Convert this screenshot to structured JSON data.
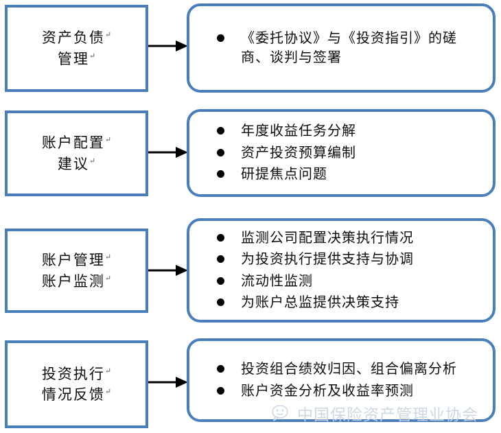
{
  "diagram": {
    "type": "flow-diagram",
    "orientation": "left-to-right",
    "colors": {
      "box_border": "#4A7EBB",
      "box_fill": "#FFFFFF",
      "arrow": "#000000",
      "text": "#0D0D0D",
      "watermark": "#C9D4E4"
    },
    "rows": [
      {
        "stage": {
          "lines": [
            "资产负债",
            "管理"
          ],
          "mark": "↵"
        },
        "arrow": {
          "name": "arrow-right-1",
          "direction": "right"
        },
        "detail": {
          "items": [
            "《委托协议》与《投资指引》的磋商、谈判与签署"
          ]
        }
      },
      {
        "stage": {
          "lines": [
            "账户配置",
            "建议"
          ],
          "mark": "↵"
        },
        "arrow": {
          "name": "arrow-right-2",
          "direction": "right"
        },
        "detail": {
          "items": [
            "年度收益任务分解",
            "资产投资预算编制",
            "研提焦点问题"
          ]
        }
      },
      {
        "stage": {
          "lines": [
            "账户管理",
            "账户监测"
          ],
          "mark": "↵"
        },
        "arrow": {
          "name": "arrow-right-3",
          "direction": "right"
        },
        "detail": {
          "items": [
            "监测公司配置决策执行情况",
            "为投资执行提供支持与协调",
            "流动性监测",
            "为账户总监提供决策支持"
          ]
        }
      },
      {
        "stage": {
          "lines": [
            "投资执行",
            "情况反馈"
          ],
          "mark": "↵"
        },
        "arrow": {
          "name": "arrow-right-4",
          "direction": "right"
        },
        "detail": {
          "items": [
            "投资组合绩效归因、组合偏离分析",
            "账户资金分析及收益率预测"
          ]
        }
      }
    ]
  },
  "watermark": {
    "icon": "wechat-speech-bubble-icon",
    "text": "中国保险资产管理业协会"
  }
}
